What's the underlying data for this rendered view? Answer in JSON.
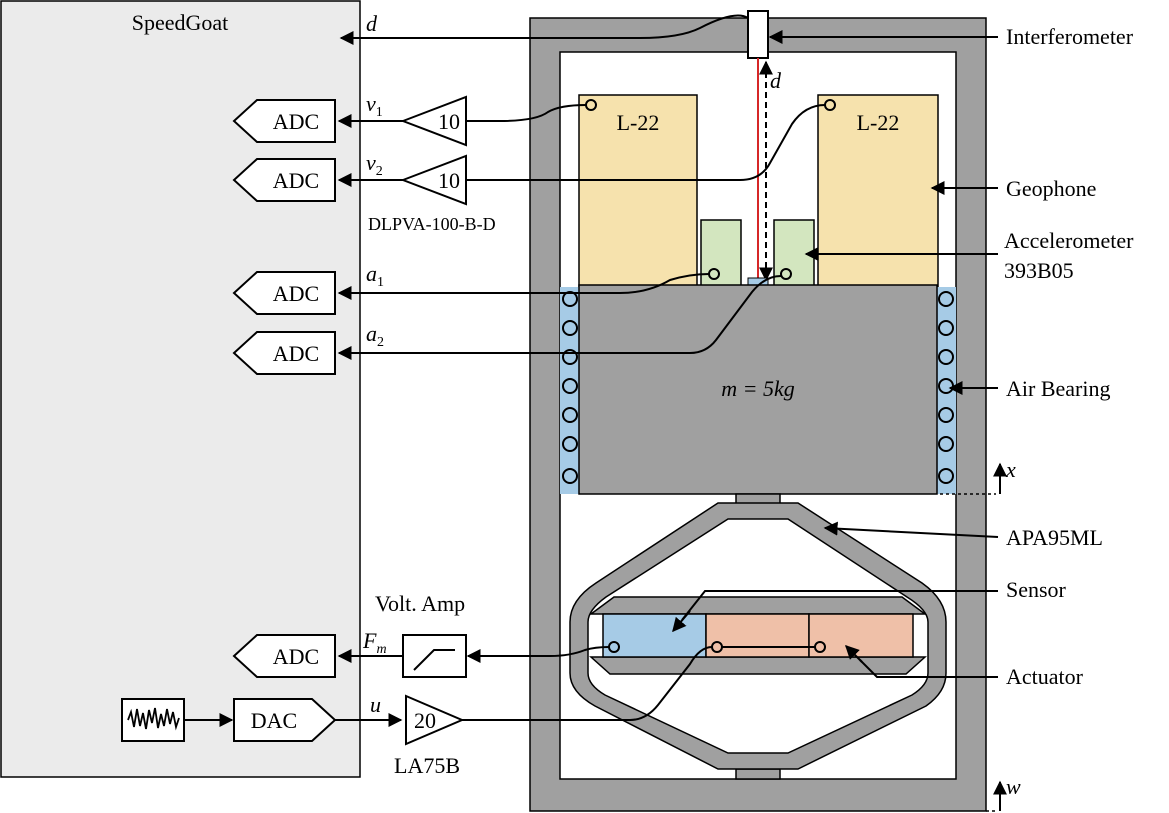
{
  "speedgoat": {
    "title": "SpeedGoat"
  },
  "adc_label": "ADC",
  "dac_label": "DAC",
  "signals": {
    "d": "d",
    "v1": "v",
    "v1_sub": "1",
    "v2": "v",
    "v2_sub": "2",
    "a1": "a",
    "a1_sub": "1",
    "a2": "a",
    "a2_sub": "2",
    "fm": "F",
    "fm_sub": "m",
    "u": "u",
    "d_beam": "d"
  },
  "amplifiers": {
    "geophone_gain": "10",
    "geophone_model": "DLPVA-100-B-D",
    "voltage_amp_title": "Volt. Amp",
    "la_gain": "20",
    "la_model": "LA75B"
  },
  "geophones": {
    "left": "L-22",
    "right": "L-22"
  },
  "mass_label": "m = 5kg",
  "axes": {
    "x": "x",
    "w": "w"
  },
  "callouts": {
    "interferometer": "Interferometer",
    "geophone": "Geophone",
    "accelerometer": "Accelerometer",
    "accelerometer_model": "393B05",
    "air_bearing": "Air Bearing",
    "apa": "APA95ML",
    "sensor": "Sensor",
    "actuator": "Actuator"
  },
  "colors": {
    "speedgoat_bg": "#ebebeb",
    "frame": "#a0a0a0",
    "geophone": "#f6e2ad",
    "accelerometer": "#d3e6bf",
    "air_bearing": "#a6cbe6",
    "sensor_stack": "#a6cbe6",
    "actuator_stack": "#efc0a8",
    "laser": "#d62728"
  }
}
